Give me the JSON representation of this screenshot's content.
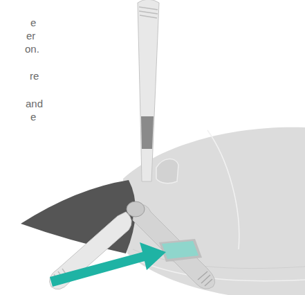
{
  "diagram": {
    "labels": [
      "e",
      "er",
      "on.",
      "re",
      "and",
      "e"
    ]
  }
}
